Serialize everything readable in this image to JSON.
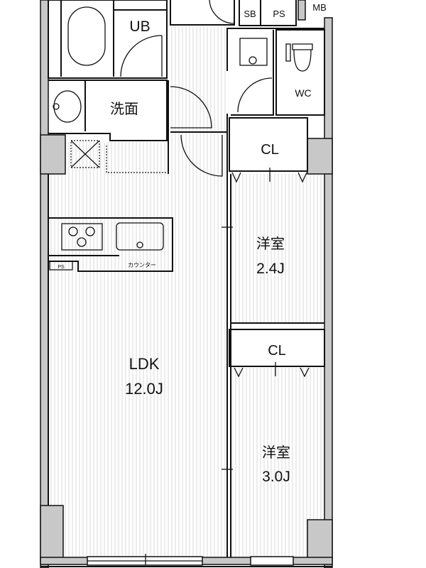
{
  "rooms": {
    "ub": "UB",
    "washroom": "洗面",
    "sb": "SB",
    "ps_top": "PS",
    "mb": "MB",
    "wc": "WC",
    "closet1": "CL",
    "bedroom1_name": "洋室",
    "bedroom1_size": "2.4J",
    "closet2": "CL",
    "bedroom2_name": "洋室",
    "bedroom2_size": "3.0J",
    "ldk_name": "LDK",
    "ldk_size": "12.0J",
    "ps_kitchen": "PS",
    "counter": "カウンター"
  },
  "colors": {
    "wall": "#c8c8c8",
    "line": "#111111"
  }
}
